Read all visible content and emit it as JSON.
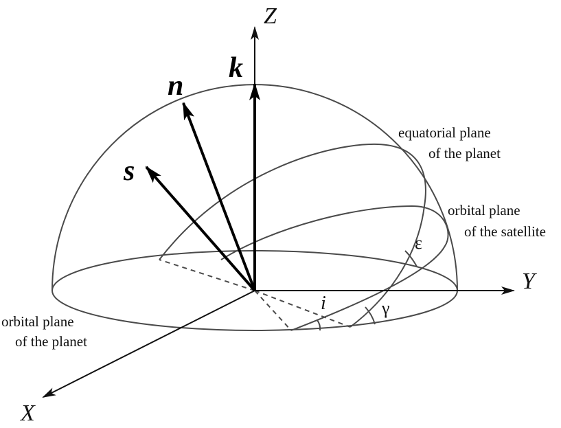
{
  "axes": {
    "x_label": "X",
    "y_label": "Y",
    "z_label": "Z"
  },
  "vectors": {
    "k_label": "k",
    "n_label": "n",
    "s_label": "s"
  },
  "planes": {
    "equatorial_line1": "equatorial plane",
    "equatorial_line2": "of the planet",
    "orbital_satellite_line1": "orbital plane",
    "orbital_satellite_line2": "of the satellite",
    "orbital_planet_line1": "orbital plane",
    "orbital_planet_line2": "of the planet"
  },
  "angles": {
    "epsilon": "ε",
    "i": "i",
    "gamma": "γ"
  },
  "colors": {
    "outline": "#4a4a4a",
    "ink": "#000000"
  }
}
